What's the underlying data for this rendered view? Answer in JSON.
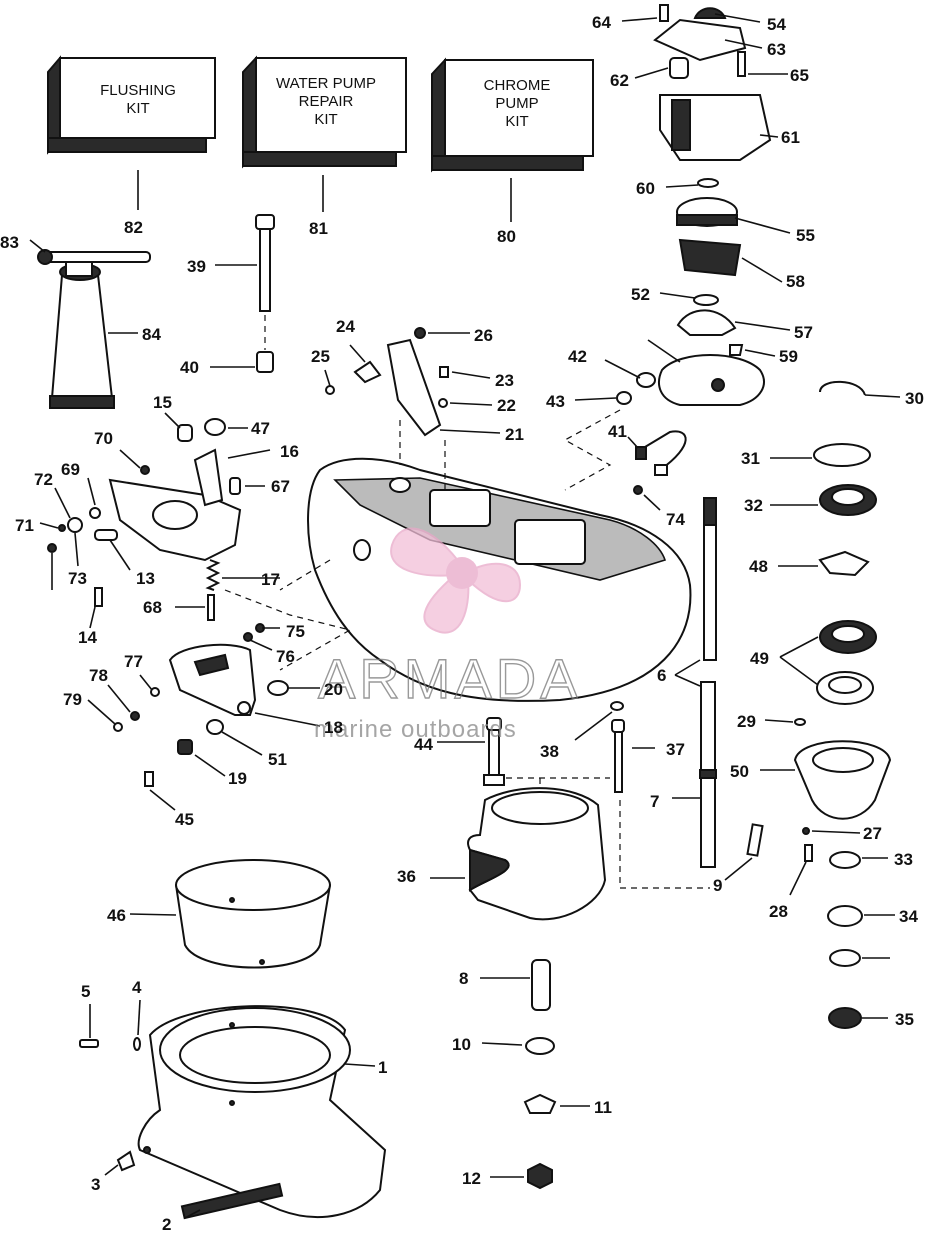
{
  "kits": [
    {
      "id": "82",
      "lines": [
        "FLUSHING",
        "KIT"
      ]
    },
    {
      "id": "81",
      "lines": [
        "WATER PUMP",
        "REPAIR",
        "KIT"
      ]
    },
    {
      "id": "80",
      "lines": [
        "CHROME",
        "PUMP",
        "KIT"
      ]
    }
  ],
  "callouts": [
    "64",
    "54",
    "63",
    "62",
    "65",
    "61",
    "60",
    "55",
    "58",
    "52",
    "57",
    "59",
    "42",
    "43",
    "30",
    "41",
    "31",
    "74",
    "32",
    "48",
    "49",
    "6",
    "29",
    "50",
    "27",
    "33",
    "34",
    "35",
    "28",
    "9",
    "7",
    "37",
    "38",
    "44",
    "36",
    "8",
    "10",
    "11",
    "12",
    "83",
    "84",
    "39",
    "40",
    "24",
    "25",
    "26",
    "23",
    "22",
    "21",
    "15",
    "47",
    "16",
    "70",
    "69",
    "72",
    "71",
    "73",
    "67",
    "13",
    "17",
    "68",
    "75",
    "76",
    "20",
    "18",
    "51",
    "19",
    "14",
    "78",
    "77",
    "79",
    "45",
    "46",
    "5",
    "4",
    "1",
    "3",
    "2"
  ],
  "watermark": {
    "brand": "ARMADA",
    "tagline": "marine outboards",
    "accent": "#e8a8c8"
  }
}
